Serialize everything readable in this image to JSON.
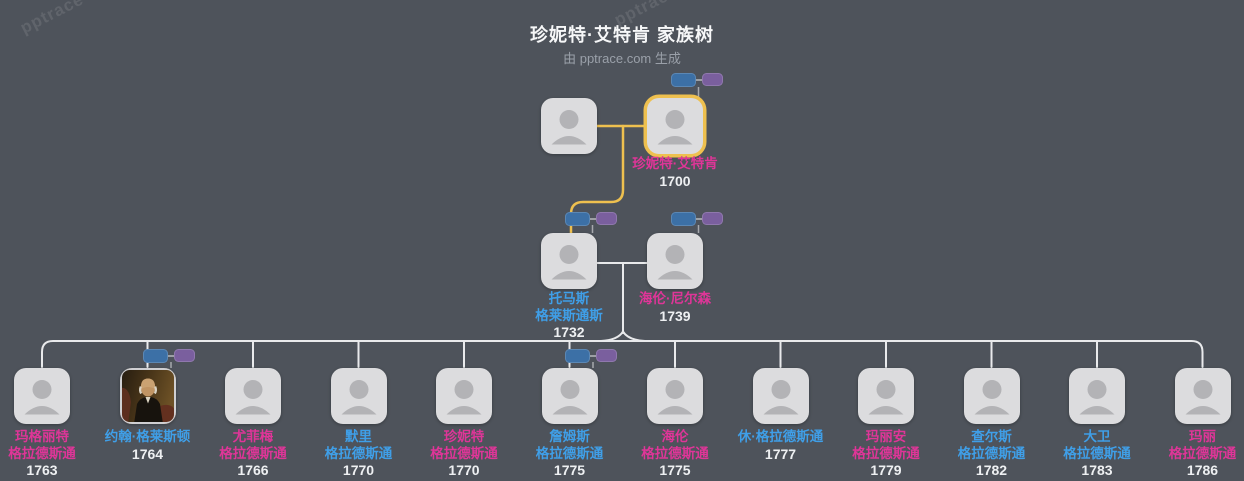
{
  "page": {
    "title": "珍妮特·艾特肯 家族树",
    "subtitle": "由 pptrace.com 生成",
    "watermark": "pptrace"
  },
  "colors": {
    "background": "#4e535b",
    "card": "#dcdcde",
    "avatar": "#b3b3b6",
    "male": "#3f9fe8",
    "female": "#df3598",
    "year_text": "#eef0f2",
    "highlight_border": "#eec04f",
    "connector_line": "#e9eaec",
    "highlight_line": "#eec04f",
    "chip_blue": "#3c70a6",
    "chip_purple": "#7a5f9e",
    "title_text": "#f6f7f8",
    "subtitle_text": "#9aa0a9"
  },
  "tree": {
    "root_couple": {
      "father": {
        "name": "",
        "year": "",
        "gender": "male"
      },
      "mother": {
        "name": "珍妮特·艾特肯",
        "year": "1700",
        "gender": "female",
        "highlighted": true,
        "has_parent_toggle": true
      }
    },
    "second_couple": {
      "father": {
        "name_lines": [
          "托马斯",
          "格莱斯通斯"
        ],
        "year": "1732",
        "gender": "male",
        "has_parent_toggle": true
      },
      "mother": {
        "name": "海伦·尼尔森",
        "year": "1739",
        "gender": "female",
        "has_parent_toggle": true
      }
    },
    "children": [
      {
        "name_lines": [
          "玛格丽特",
          "格拉德斯通"
        ],
        "year": "1763",
        "gender": "female"
      },
      {
        "name_lines": [
          "约翰·格莱斯顿"
        ],
        "year": "1764",
        "gender": "male",
        "portrait": true,
        "has_parent_toggle": true
      },
      {
        "name_lines": [
          "尤菲梅",
          "格拉德斯通"
        ],
        "year": "1766",
        "gender": "female"
      },
      {
        "name_lines": [
          "默里",
          "格拉德斯通"
        ],
        "year": "1770",
        "gender": "male"
      },
      {
        "name_lines": [
          "珍妮特",
          "格拉德斯通"
        ],
        "year": "1770",
        "gender": "female"
      },
      {
        "name_lines": [
          "詹姆斯",
          "格拉德斯通"
        ],
        "year": "1775",
        "gender": "male",
        "has_parent_toggle": true
      },
      {
        "name_lines": [
          "海伦",
          "格拉德斯通"
        ],
        "year": "1775",
        "gender": "female"
      },
      {
        "name_lines": [
          "休·格拉德斯通"
        ],
        "year": "1777",
        "gender": "male"
      },
      {
        "name_lines": [
          "玛丽安",
          "格拉德斯通"
        ],
        "year": "1779",
        "gender": "female"
      },
      {
        "name_lines": [
          "查尔斯",
          "格拉德斯通"
        ],
        "year": "1782",
        "gender": "male"
      },
      {
        "name_lines": [
          "大卫",
          "格拉德斯通"
        ],
        "year": "1783",
        "gender": "male"
      },
      {
        "name_lines": [
          "玛丽",
          "格拉德斯通"
        ],
        "year": "1786",
        "gender": "female"
      }
    ]
  }
}
